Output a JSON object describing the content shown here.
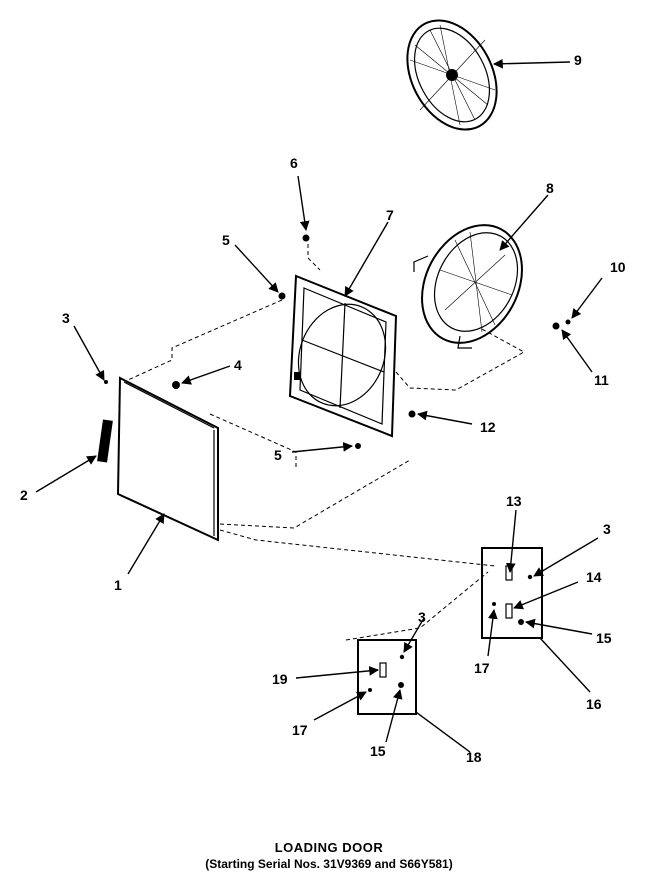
{
  "caption": {
    "title": "LOADING DOOR",
    "subtitle": "(Starting Serial Nos. 31V9369 and S66Y581)"
  },
  "callouts": [
    {
      "id": "c1",
      "label": "1"
    },
    {
      "id": "c2",
      "label": "2"
    },
    {
      "id": "c3a",
      "label": "3"
    },
    {
      "id": "c3b",
      "label": "3"
    },
    {
      "id": "c3c",
      "label": "3"
    },
    {
      "id": "c4",
      "label": "4"
    },
    {
      "id": "c5a",
      "label": "5"
    },
    {
      "id": "c5b",
      "label": "5"
    },
    {
      "id": "c6",
      "label": "6"
    },
    {
      "id": "c7",
      "label": "7"
    },
    {
      "id": "c8",
      "label": "8"
    },
    {
      "id": "c9",
      "label": "9"
    },
    {
      "id": "c10",
      "label": "10"
    },
    {
      "id": "c11",
      "label": "11"
    },
    {
      "id": "c12",
      "label": "12"
    },
    {
      "id": "c13",
      "label": "13"
    },
    {
      "id": "c14",
      "label": "14"
    },
    {
      "id": "c15a",
      "label": "15"
    },
    {
      "id": "c15b",
      "label": "15"
    },
    {
      "id": "c16",
      "label": "16"
    },
    {
      "id": "c17a",
      "label": "17"
    },
    {
      "id": "c17b",
      "label": "17"
    },
    {
      "id": "c18",
      "label": "18"
    },
    {
      "id": "c19",
      "label": "19"
    }
  ]
}
